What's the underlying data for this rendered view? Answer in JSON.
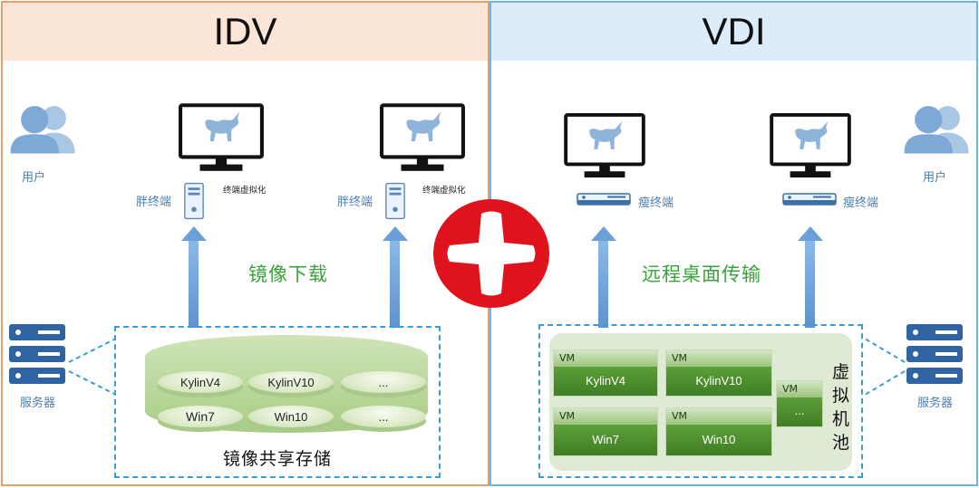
{
  "idv": {
    "title": "IDV",
    "user_label": "用户",
    "thick_label": "胖终端",
    "virt_label": "终端虚拟化",
    "download_label": "镜像下载",
    "storage_label": "镜像共享存储",
    "server_label": "服务器",
    "images": [
      "KylinV4",
      "KylinV10",
      "...",
      "Win7",
      "Win10",
      "..."
    ]
  },
  "vdi": {
    "title": "VDI",
    "user_label": "用户",
    "thin_label": "瘦终端",
    "transfer_label": "远程桌面传输",
    "pool_label": "虚拟机池",
    "server_label": "服务器",
    "vm_tag": "VM",
    "vms": [
      "KylinV4",
      "KylinV10",
      "Win7",
      "Win10",
      "..."
    ]
  },
  "colors": {
    "idv_border": "#e8a06a",
    "vdi_border": "#6cb4e4",
    "accent_green": "#3aa33a",
    "label_blue": "#4a7fb5",
    "plus_red": "#e0121b"
  },
  "icons": [
    "user-icon",
    "monitor-icon",
    "tower-pc-icon",
    "thin-client-icon",
    "server-icon",
    "plus-icon"
  ]
}
